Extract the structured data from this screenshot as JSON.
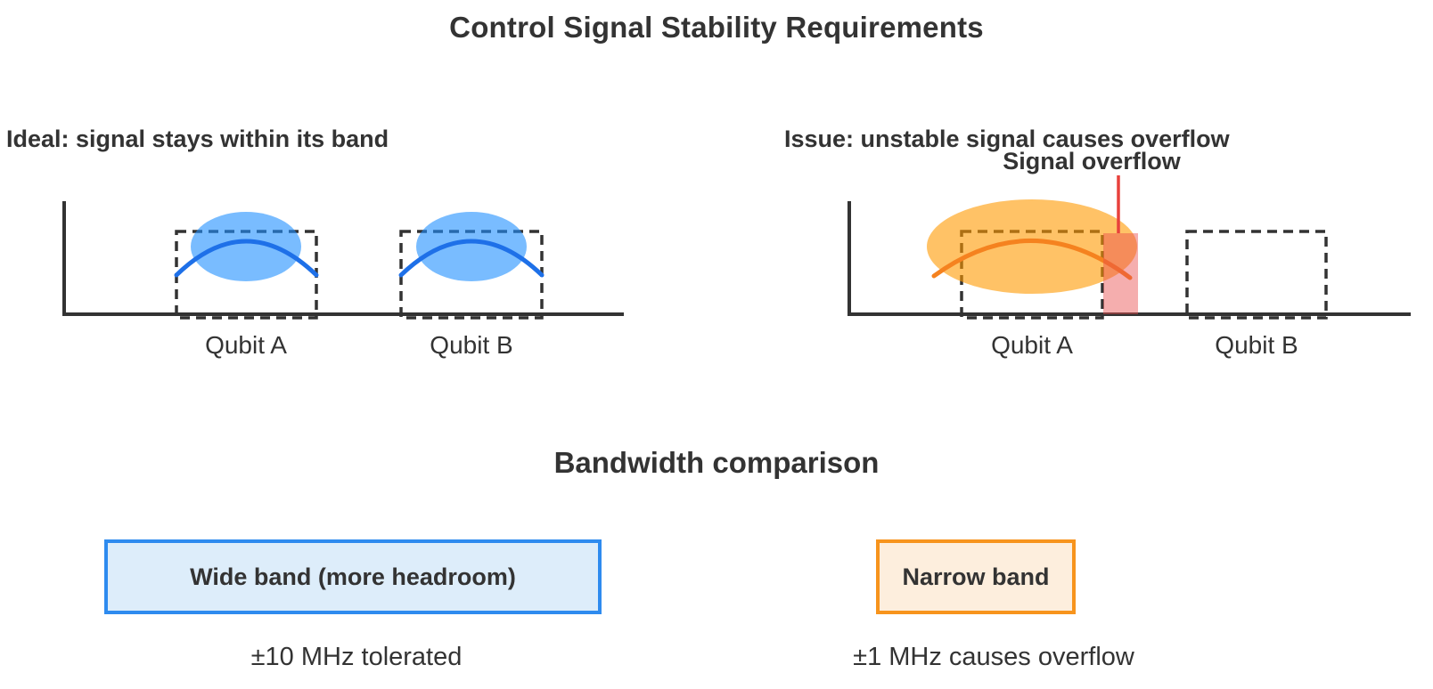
{
  "title": "Control Signal Stability Requirements",
  "panels": {
    "ideal": {
      "header": "Ideal: signal stays within its band",
      "qubit_a_label": "Qubit A",
      "qubit_b_label": "Qubit B"
    },
    "issue": {
      "header": "Issue: unstable signal causes overflow",
      "overflow_annotation": "Signal overflow",
      "qubit_a_label": "Qubit A",
      "qubit_b_label": "Qubit B"
    }
  },
  "comparison": {
    "heading": "Bandwidth comparison",
    "wide": {
      "label": "Wide band (more headroom)",
      "caption": "±10 MHz tolerated"
    },
    "narrow": {
      "label": "Narrow band",
      "caption": "±1 MHz causes overflow"
    }
  },
  "colors": {
    "ink": "#333333",
    "stable_signal_fill": "#1f8fff",
    "stable_signal_stroke": "#1e70e8",
    "unstable_signal_fill": "#ff9900",
    "unstable_signal_stroke": "#f5821f",
    "overflow_fill": "#e84c4c",
    "overflow_pointer": "#e8413c",
    "wide_band_border": "#2e8bef",
    "wide_band_fill": "#ddedfa",
    "narrow_band_border": "#f7941d",
    "narrow_band_fill": "#fdeedd"
  }
}
